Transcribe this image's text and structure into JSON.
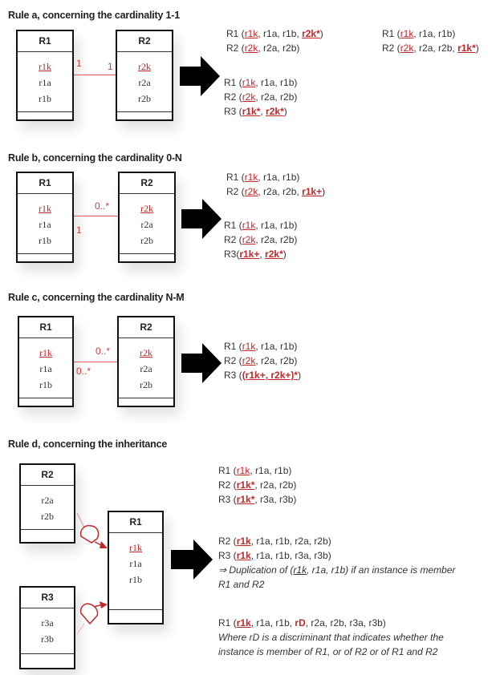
{
  "rules": {
    "a": {
      "title": "Rule a, concerning the cardinality 1-1",
      "left": {
        "name": "R1",
        "key": "r1k",
        "attrs": [
          "r1a",
          "r1b"
        ]
      },
      "right": {
        "name": "R2",
        "key": "r2k",
        "attrs": [
          "r2a",
          "r2b"
        ]
      },
      "card_left": "1",
      "card_right": "1",
      "result_1": [
        {
          "rel": "R1",
          "key": "r1k",
          "attrs": "r1a, r1b",
          "fk": "r2k*"
        },
        {
          "rel": "R2",
          "key": "r2k",
          "attrs": "r2a, r2b"
        }
      ],
      "result_2": [
        {
          "rel": "R1",
          "key": "r1k",
          "attrs": "r1a, r1b"
        },
        {
          "rel": "R2",
          "key": "r2k",
          "attrs": "r2a, r2b",
          "fk": "r1k*"
        }
      ],
      "result_3": [
        {
          "rel": "R1",
          "key": "r1k",
          "attrs": "r1a, r1b"
        },
        {
          "rel": "R2",
          "key": "r2k",
          "attrs": "r2a, r2b"
        },
        {
          "rel": "R3",
          "fk1": "r1k*",
          "fk2": "r2k*"
        }
      ]
    },
    "b": {
      "title": "Rule b, concerning the cardinality 0-N",
      "left": {
        "name": "R1",
        "key": "r1k",
        "attrs": [
          "r1a",
          "r1b"
        ]
      },
      "right": {
        "name": "R2",
        "key": "r2k",
        "attrs": [
          "r2a",
          "r2b"
        ]
      },
      "card_left": "1",
      "card_right": "0..*",
      "result_1": [
        {
          "rel": "R1",
          "key": "r1k",
          "attrs": "r1a, r1b"
        },
        {
          "rel": "R2",
          "key": "r2k",
          "attrs": "r2a, r2b",
          "fk": "r1k+"
        }
      ],
      "result_2": [
        {
          "rel": "R1",
          "key": "r1k",
          "attrs": "r1a, r1b"
        },
        {
          "rel": "R2",
          "key": "r2k",
          "attrs": "r2a, r2b"
        },
        {
          "rel": "R3",
          "fk1": "r1k+",
          "fk2": "r2k*"
        }
      ]
    },
    "c": {
      "title": "Rule c, concerning the cardinality N-M",
      "left": {
        "name": "R1",
        "key": "r1k",
        "attrs": [
          "r1a",
          "r1b"
        ]
      },
      "right": {
        "name": "R2",
        "key": "r2k",
        "attrs": [
          "r2a",
          "r2b"
        ]
      },
      "card_left": "0..*",
      "card_right": "0..*",
      "result_1": [
        {
          "rel": "R1",
          "key": "r1k",
          "attrs": "r1a, r1b"
        },
        {
          "rel": "R2",
          "key": "r2k",
          "attrs": "r2a, r2b"
        },
        {
          "rel": "R3",
          "composite": "(r1k+, r2k+)*"
        }
      ]
    },
    "d": {
      "title": "Rule d, concerning the inheritance",
      "parent": {
        "name": "R1",
        "key": "r1k",
        "attrs": [
          "r1a",
          "r1b"
        ]
      },
      "child_1": {
        "name": "R2",
        "attrs": [
          "r2a",
          "r2b"
        ]
      },
      "child_2": {
        "name": "R3",
        "attrs": [
          "r3a",
          "r3b"
        ]
      },
      "result_1": [
        {
          "rel": "R1",
          "key": "r1k",
          "attrs": "r1a, r1b"
        },
        {
          "rel": "R2",
          "key": "r1k*",
          "attrs": "r2a, r2b"
        },
        {
          "rel": "R3",
          "key": "r1k*",
          "attrs": "r3a, r3b"
        }
      ],
      "result_2": [
        {
          "rel": "R2",
          "key": "r1k",
          "attrs": "r1a, r1b, r2a, r2b"
        },
        {
          "rel": "R3",
          "key": "r1k",
          "attrs": "r1a, r1b, r3a, r3b"
        }
      ],
      "note_1_prefix": "⇒ Duplication of (",
      "note_1_key": "r1k",
      "note_1_rest": ", r1a, r1b) if an instance is member",
      "note_1_line2": "R1 and R2",
      "result_3": {
        "rel": "R1",
        "key": "r1k",
        "attrs_a": "r1a, r1b, ",
        "disc": "rD",
        "attrs_b": ", r2a, r2b, r3a, r3b"
      },
      "note_2_line1": "Where rD is a discriminant that indicates whether the",
      "note_2_line2": "instance is member of R1, or of R2 or of R1 and R2"
    }
  },
  "colors": {
    "key_red": "#c0282a",
    "line_red": "#d86060",
    "text": "#333333",
    "border": "#111111"
  },
  "icons": {
    "transform_arrow": "right-block-arrow",
    "inheritance": "inheritance-arrow"
  }
}
